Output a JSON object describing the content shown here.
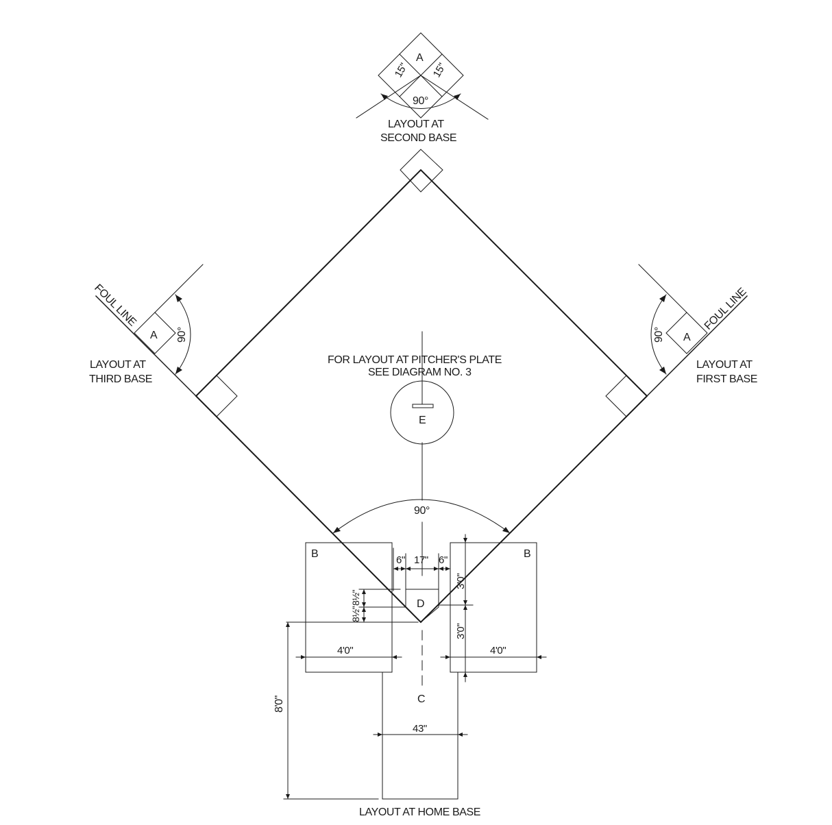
{
  "labels": {
    "second_base_caption": [
      "LAYOUT AT",
      "SECOND BASE"
    ],
    "third_base_caption": [
      "LAYOUT AT",
      "THIRD BASE"
    ],
    "first_base_caption": [
      "LAYOUT AT",
      "FIRST BASE"
    ],
    "home_base_caption": "LAYOUT AT HOME BASE",
    "pitchers_plate_note": [
      "FOR LAYOUT AT PITCHER'S PLATE",
      "SEE DIAGRAM NO. 3"
    ],
    "foul_line_left": "FOUL LINE",
    "foul_line_right": "FOUL LINE"
  },
  "letters": {
    "base_second": "A",
    "base_third": "A",
    "base_first": "A",
    "batters_box_left": "B",
    "batters_box_right": "B",
    "catchers_box": "C",
    "home_plate": "D",
    "pitchers_plate": "E"
  },
  "dimensions": {
    "second_base_left": "15\"",
    "second_base_right": "15\"",
    "angle_second": "90°",
    "angle_third": "90°",
    "angle_first": "90°",
    "angle_home": "90°",
    "gap_left": "6\"",
    "plate_width": "17\"",
    "gap_right": "6\"",
    "plate_depth_a": "8½\"",
    "plate_depth_b": "8½\"",
    "box_front": "3'0\"",
    "box_back": "3'0\"",
    "box_width_left": "4'0\"",
    "box_width_right": "4'0\"",
    "catcher_box_width": "43\"",
    "catcher_box_length": "8'0\""
  }
}
